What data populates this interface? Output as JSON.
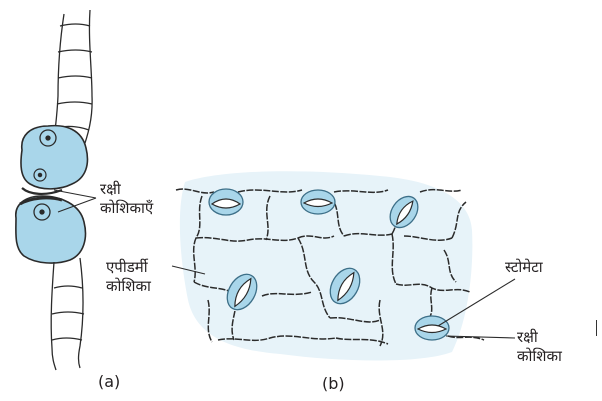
{
  "colors": {
    "guard_cell_fill": "#a9d6ea",
    "guard_cell_stroke": "#3d6f88",
    "tint": "#e7f3f9",
    "line": "#2b2b2b",
    "text": "#231f20"
  },
  "panel_a": {
    "label_guard_cells": [
      "रक्षी",
      "कोशिकाएँ"
    ],
    "caption": "(a)"
  },
  "panel_b": {
    "label_epidermal_cell": [
      "एपीडर्मी",
      "कोशिका"
    ],
    "label_stomata": "स्टोमेटा",
    "label_guard_cell": [
      "रक्षी",
      "कोशिका"
    ],
    "caption": "(b)"
  }
}
